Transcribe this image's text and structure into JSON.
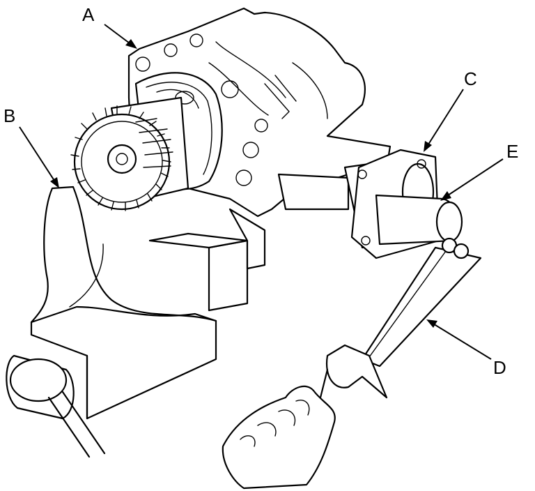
{
  "callouts": {
    "A": "A",
    "B": "B",
    "C": "C",
    "D": "D",
    "E": "E"
  },
  "colors": {
    "line": "#000000",
    "background": "#ffffff"
  }
}
